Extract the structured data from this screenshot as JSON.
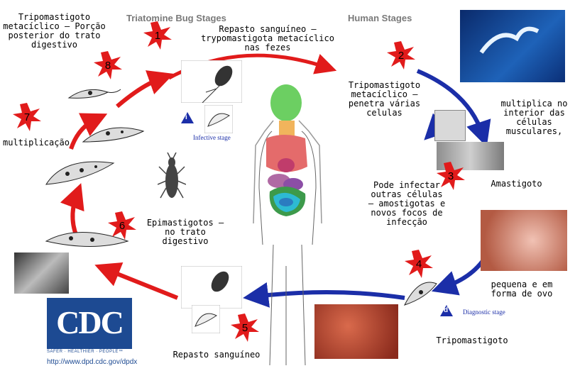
{
  "headers": {
    "triatomine": "Triatomine Bug Stages",
    "human": "Human Stages"
  },
  "stage_markers": {
    "infective": "Infective stage",
    "diagnostic": "Diagnostic stage",
    "infective_letter": "i",
    "diagnostic_letter": "d"
  },
  "steps": [
    {
      "num": "1",
      "text": "Repasto sanguíneo – trypomastigota metacíclico nas fezes"
    },
    {
      "num": "2",
      "text": "Tripomastigoto metacíclico – penetra várias celulas"
    },
    {
      "num": "3",
      "text": "Pode infectar outras células – amostigotas e novos focos de infecção"
    },
    {
      "num": "4",
      "text": ""
    },
    {
      "num": "5",
      "text": "Repasto sanguíneo"
    },
    {
      "num": "6",
      "text": "Epimastigotos – no trato digestivo"
    },
    {
      "num": "7",
      "text": "multiplicação"
    },
    {
      "num": "8",
      "text": "Tripomastigoto metacíclico – Porção posterior do trato digestivo"
    }
  ],
  "side_labels": {
    "multiplica": "multiplica no interior das células musculares,",
    "amastigoto": "Amastigoto",
    "pequena": "pequena e em forma de ovo",
    "tripomastigoto": "Tripomastigoto"
  },
  "cdc": {
    "logo": "CDC",
    "tagline": "SAFER · HEALTHIER · PEOPLE™",
    "url": "http://www.dpd.cdc.gov/dpdx"
  },
  "colors": {
    "red_arrow": "#e11b1b",
    "blue_arrow": "#1b2ea8",
    "burst_fill": "#e11b1b",
    "cdc_blue": "#1d4a92"
  }
}
